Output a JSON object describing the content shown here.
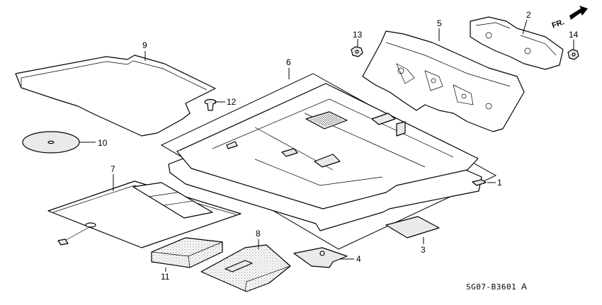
{
  "callouts": [
    {
      "id": "1",
      "label": "1"
    },
    {
      "id": "2",
      "label": "2"
    },
    {
      "id": "3",
      "label": "3"
    },
    {
      "id": "4",
      "label": "4"
    },
    {
      "id": "5",
      "label": "5"
    },
    {
      "id": "6",
      "label": "6"
    },
    {
      "id": "7",
      "label": "7"
    },
    {
      "id": "8",
      "label": "8"
    },
    {
      "id": "9",
      "label": "9"
    },
    {
      "id": "10",
      "label": "10"
    },
    {
      "id": "11",
      "label": "11"
    },
    {
      "id": "12",
      "label": "12"
    },
    {
      "id": "13",
      "label": "13"
    },
    {
      "id": "14",
      "label": "14"
    }
  ],
  "direction_label": "FR.",
  "diagram_code": "SG07-B3601",
  "diagram_suffix": "A"
}
